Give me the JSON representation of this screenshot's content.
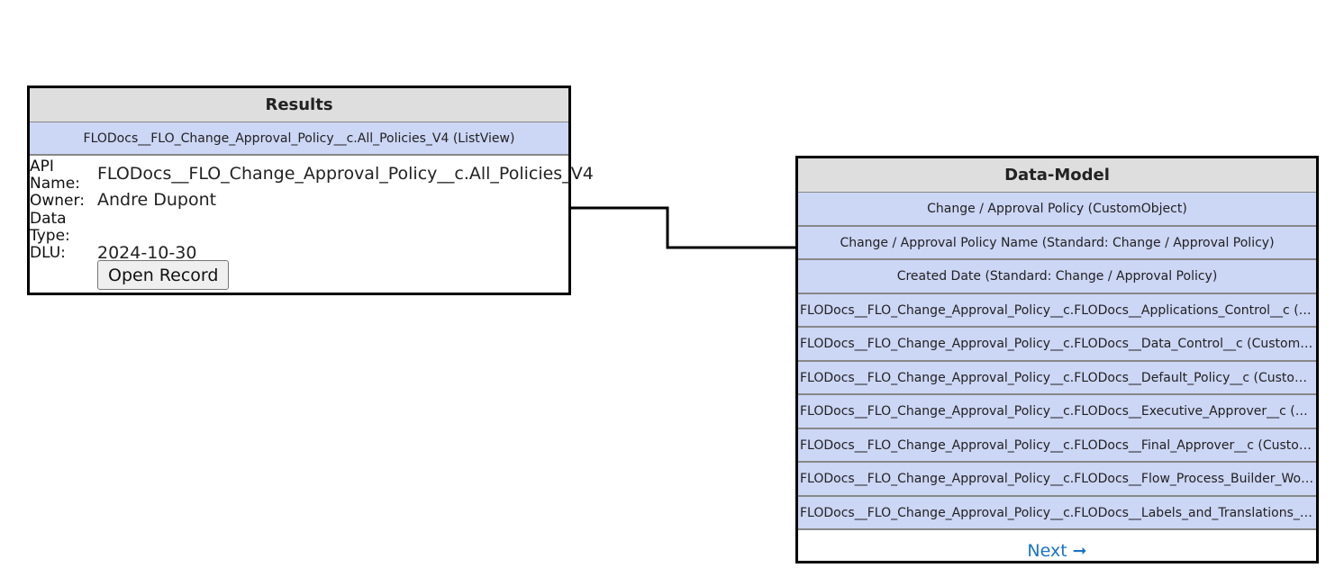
{
  "results": {
    "title": "Results",
    "item": "FLODocs__FLO_Change_Approval_Policy__c.All_Policies_V4 (ListView)",
    "api_name_label": "API Name:",
    "api_name_value": "FLODocs__FLO_Change_Approval_Policy__c.All_Policies_V4",
    "owner_label": "Owner:",
    "owner_value": "Andre Dupont",
    "data_type_label": "Data Type:",
    "data_type_value": "",
    "dlu_label": "DLU:",
    "dlu_value": "2024-10-30",
    "open_button": "Open Record"
  },
  "data_model": {
    "title": "Data-Model",
    "items": [
      "Change / Approval Policy (CustomObject)",
      "Change / Approval Policy Name (Standard: Change / Approval Policy)",
      "Created Date (Standard: Change / Approval Policy)",
      "FLODocs__FLO_Change_Approval_Policy__c.FLODocs__Applications_Control__c (CustomField)",
      "FLODocs__FLO_Change_Approval_Policy__c.FLODocs__Data_Control__c (CustomField)",
      "FLODocs__FLO_Change_Approval_Policy__c.FLODocs__Default_Policy__c (CustomField)",
      "FLODocs__FLO_Change_Approval_Policy__c.FLODocs__Executive_Approver__c (CustomField)",
      "FLODocs__FLO_Change_Approval_Policy__c.FLODocs__Final_Approver__c (CustomField)",
      "FLODocs__FLO_Change_Approval_Policy__c.FLODocs__Flow_Process_Builder_Workflow__c (CustomField)",
      "FLODocs__FLO_Change_Approval_Policy__c.FLODocs__Labels_and_Translations__c (CustomField)"
    ],
    "next_link": "Next ➞"
  }
}
